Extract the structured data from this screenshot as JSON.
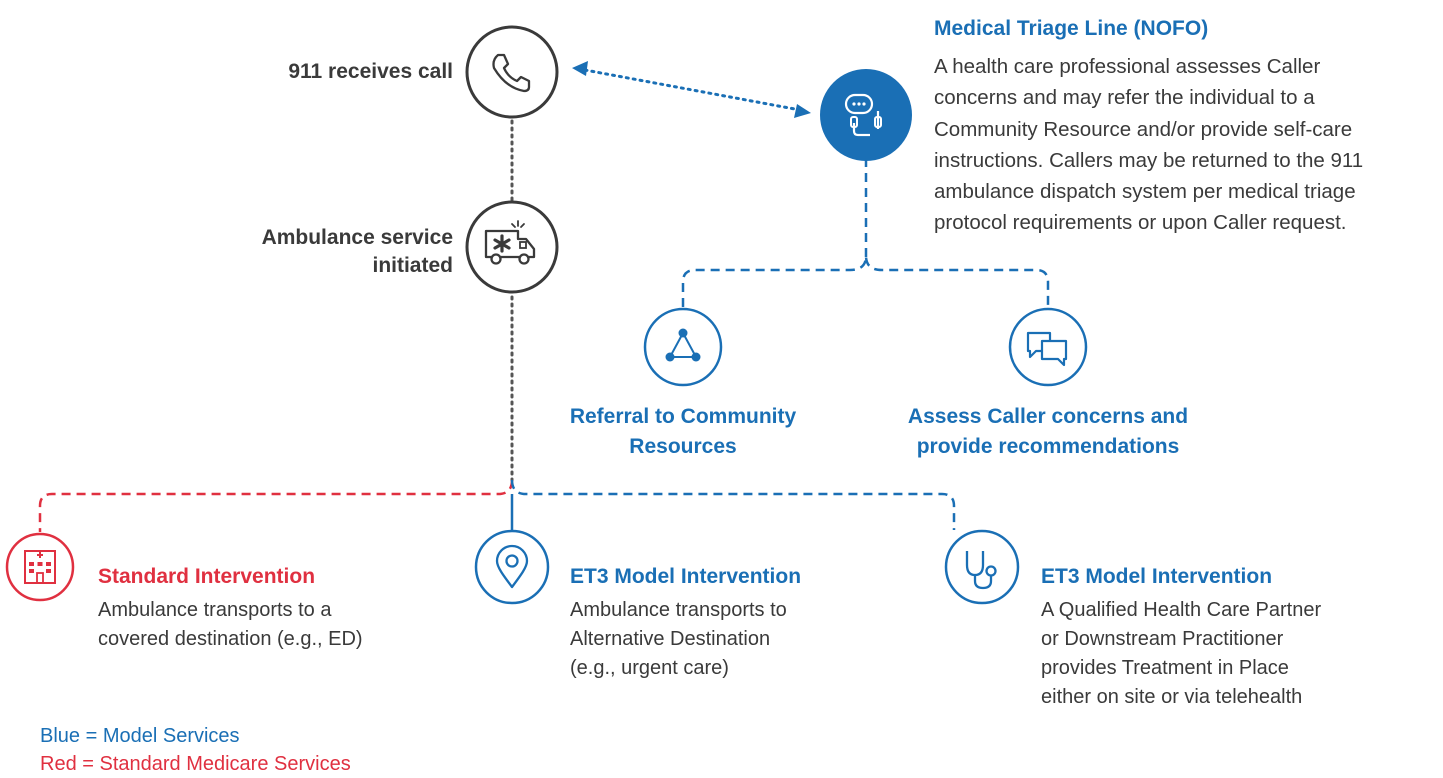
{
  "nodes": {
    "call": {
      "label": "911 receives call",
      "icon": "phone-icon"
    },
    "ambulance": {
      "label_line1": "Ambulance service",
      "label_line2": "initiated",
      "icon": "ambulance-icon"
    },
    "triage": {
      "title": "Medical Triage Line (NOFO)",
      "description": [
        "A health care professional assesses Caller",
        "concerns and may refer the individual to a",
        "Community Resource and/or provide self-care",
        "instructions. Callers may be returned to the 911",
        "ambulance dispatch system per medical triage",
        "protocol requirements or upon Caller request."
      ],
      "icon": "headset-chat-icon"
    },
    "referral": {
      "label_line1": "Referral to Community",
      "label_line2": "Resources",
      "icon": "network-triangle-icon"
    },
    "assess": {
      "label_line1": "Assess Caller concerns and",
      "label_line2": "provide recommendations",
      "icon": "chat-bubbles-icon"
    },
    "standard": {
      "title": "Standard Intervention",
      "description": [
        "Ambulance transports to a",
        "covered destination (e.g., ED)"
      ],
      "icon": "hospital-icon"
    },
    "et3_alt": {
      "title": "ET3 Model Intervention",
      "description": [
        "Ambulance transports to",
        "Alternative Destination",
        "(e.g., urgent care)"
      ],
      "icon": "location-pin-icon"
    },
    "et3_tip": {
      "title": "ET3 Model Intervention",
      "description": [
        "A Qualified Health Care Partner",
        "or Downstream Practitioner",
        "provides Treatment in Place",
        "either on site or via telehealth"
      ],
      "icon": "stethoscope-icon"
    }
  },
  "legend": {
    "blue": "Blue = Model Services",
    "red": "Red = Standard Medicare Services"
  },
  "colors": {
    "blue": "#1a6fb5",
    "red": "#e03040",
    "dark": "#3a3a3a",
    "connector": "#555555"
  }
}
